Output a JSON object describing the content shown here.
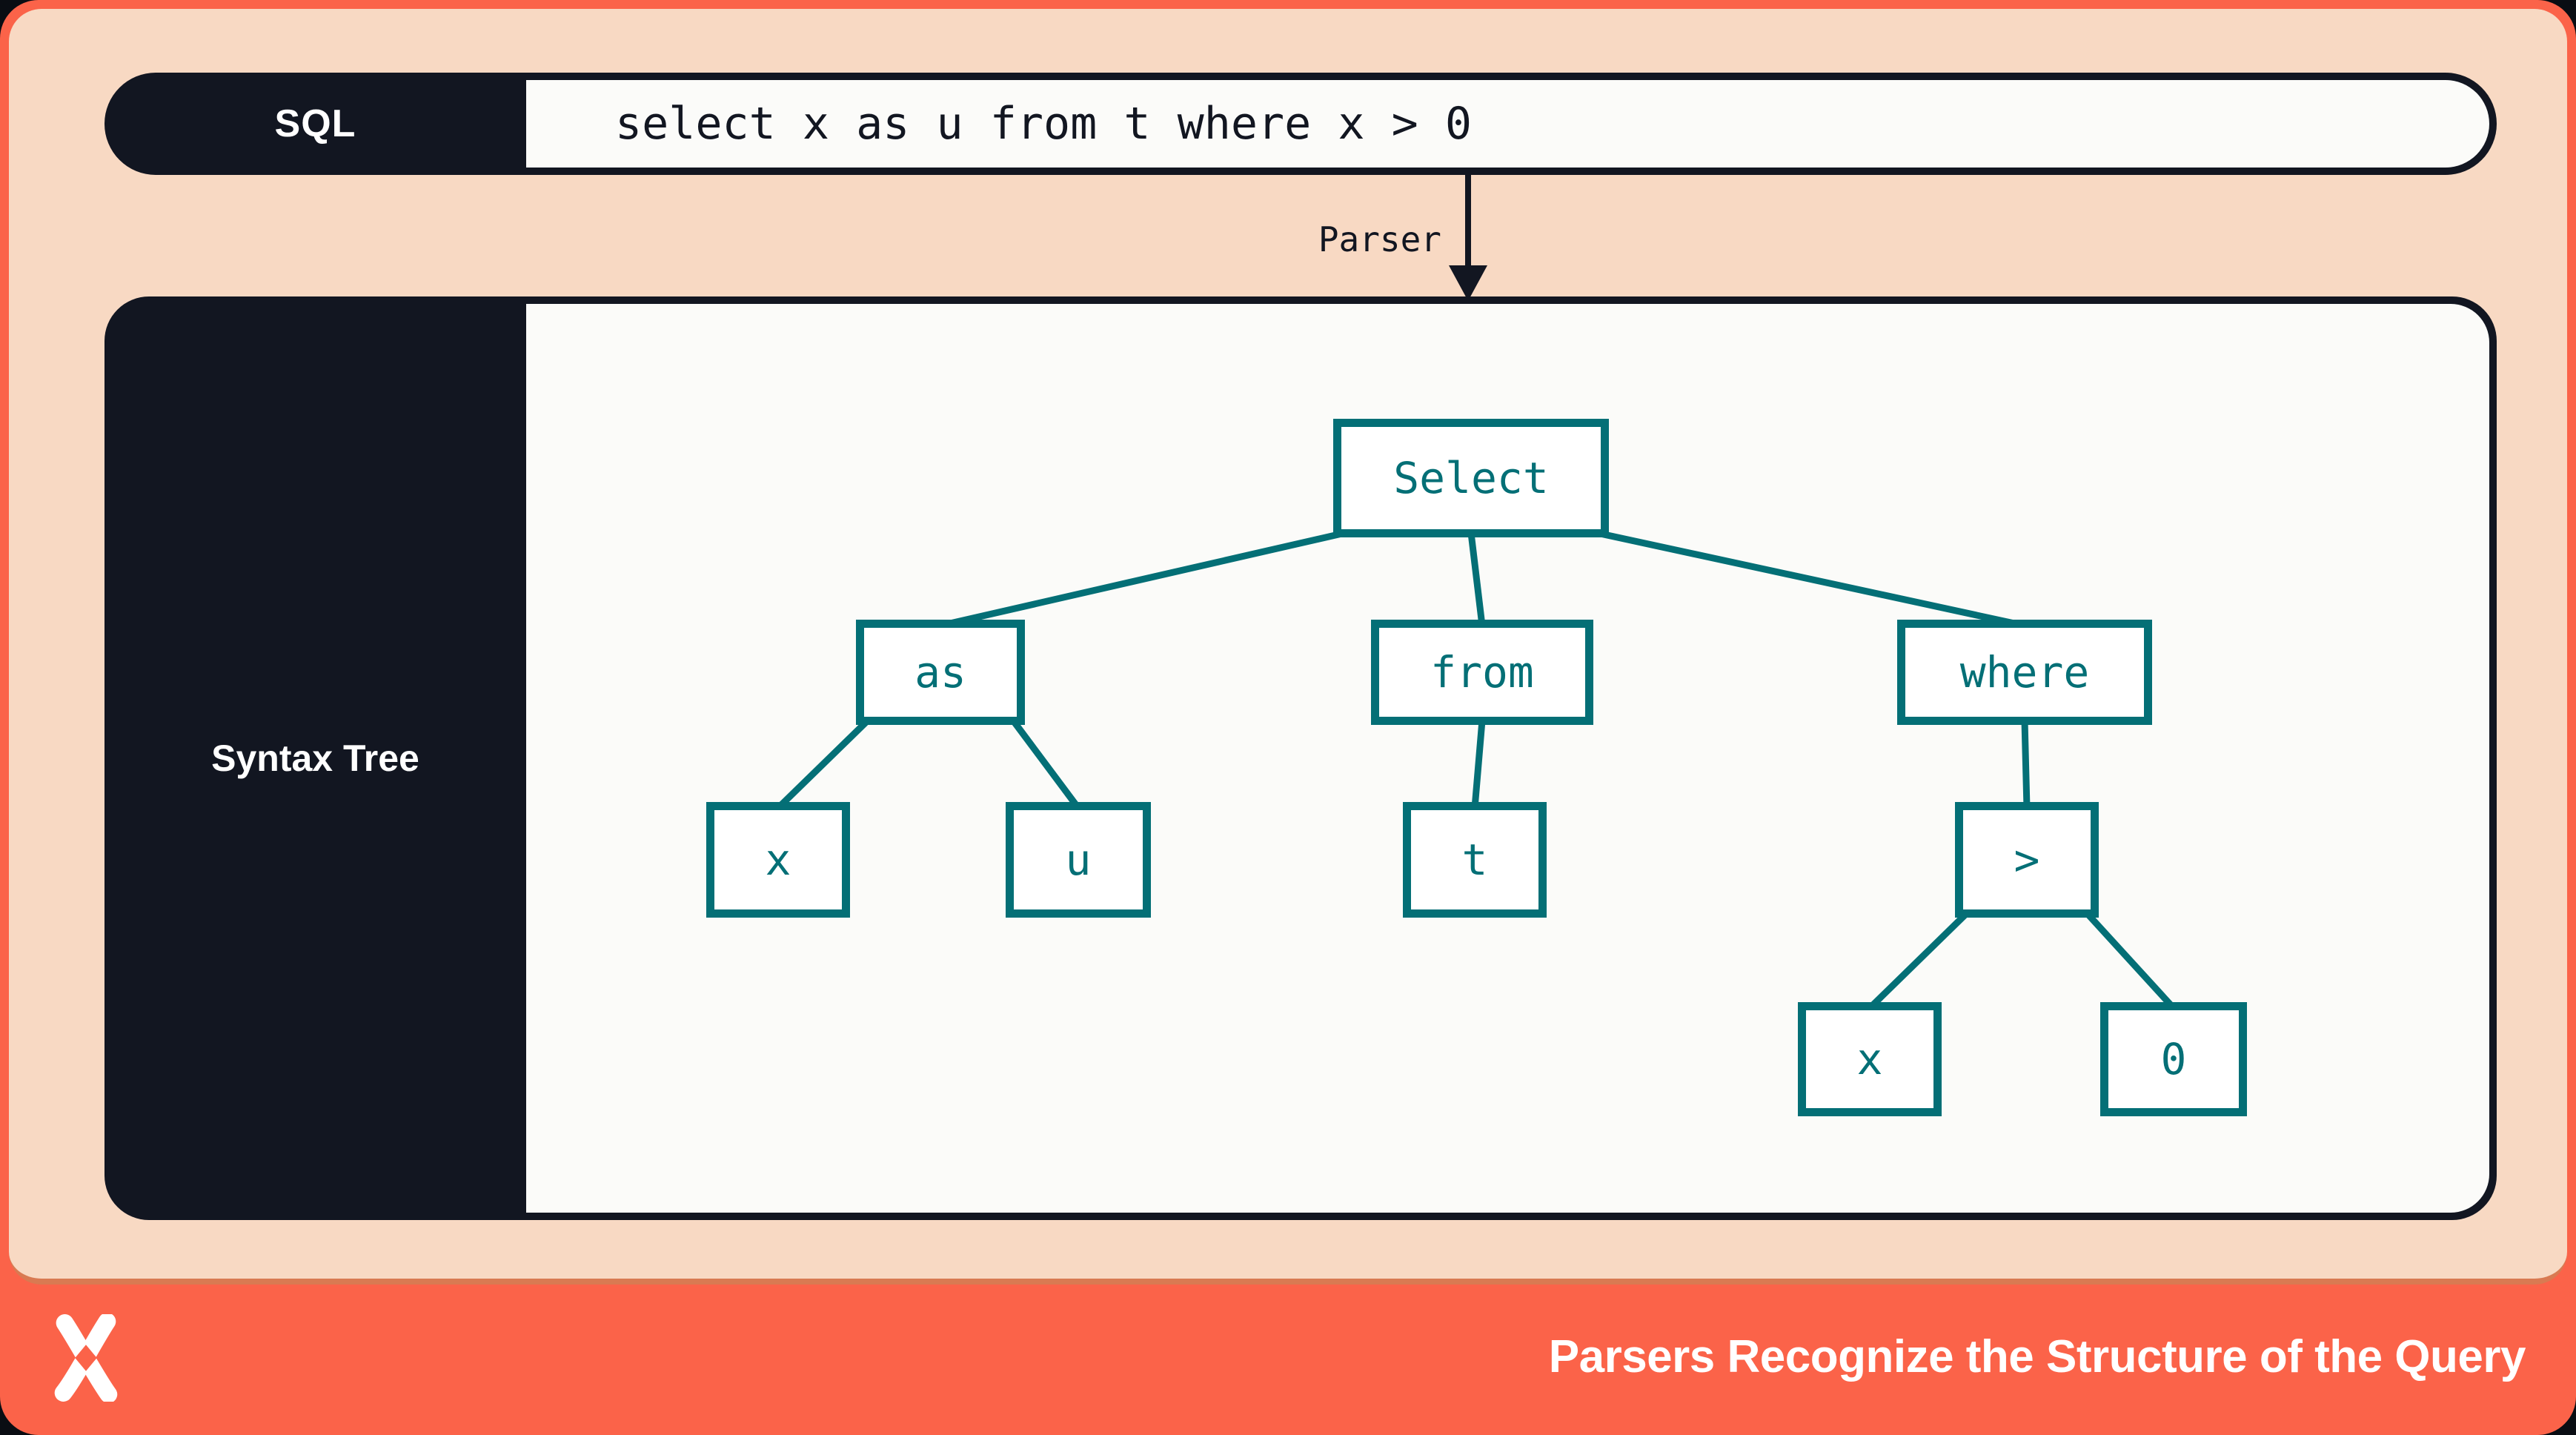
{
  "header": {
    "label": "SQL",
    "query": "select x as u from t where x > 0"
  },
  "parser": {
    "label": "Parser"
  },
  "syntax_panel": {
    "label": "Syntax Tree"
  },
  "tree": {
    "nodes": [
      {
        "id": "select",
        "label": "Select"
      },
      {
        "id": "as",
        "label": "as"
      },
      {
        "id": "from",
        "label": "from"
      },
      {
        "id": "where",
        "label": "where"
      },
      {
        "id": "x1",
        "label": "x"
      },
      {
        "id": "u",
        "label": "u"
      },
      {
        "id": "t",
        "label": "t"
      },
      {
        "id": "gt",
        "label": ">"
      },
      {
        "id": "x2",
        "label": "x"
      },
      {
        "id": "zero",
        "label": "0"
      }
    ],
    "edges": [
      [
        "select",
        "as"
      ],
      [
        "select",
        "from"
      ],
      [
        "select",
        "where"
      ],
      [
        "as",
        "x1"
      ],
      [
        "as",
        "u"
      ],
      [
        "from",
        "t"
      ],
      [
        "where",
        "gt"
      ],
      [
        "gt",
        "x2"
      ],
      [
        "gt",
        "zero"
      ]
    ]
  },
  "footer": {
    "title": "Parsers Recognize the Structure of the Query",
    "logo_icon": "x-mark-logo"
  },
  "colors": {
    "orange_frame": "#fb6349",
    "peach_background": "#f8d9c3",
    "dark_navy": "#121621",
    "teal": "#046f76",
    "panel_white": "#fbfbf9",
    "seam_orange": "#d97a52",
    "text_white": "#ffffff"
  }
}
